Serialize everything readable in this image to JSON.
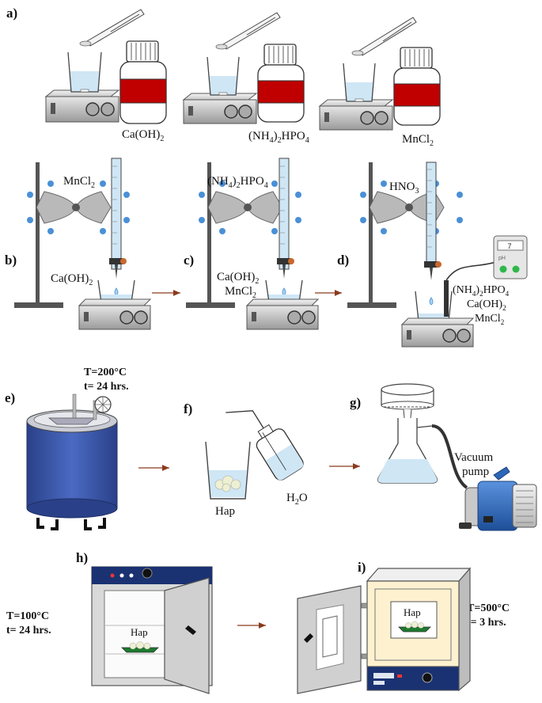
{
  "panels": {
    "a": "a)",
    "b": "b)",
    "c": "c)",
    "d": "d)",
    "e": "e)",
    "f": "f)",
    "g": "g)",
    "h": "h)",
    "i": "i)"
  },
  "reagents": {
    "a1": {
      "base": "Ca(OH)",
      "sub": "2"
    },
    "a2": {
      "pre": "(NH",
      "sub1": "4",
      "mid": ")",
      "sub2": "2",
      "post": "HPO",
      "sub3": "4"
    },
    "a3": {
      "base": "MnCl",
      "sub": "2"
    },
    "b_burette": {
      "base": "MnCl",
      "sub": "2"
    },
    "b_beaker": {
      "base": "Ca(OH)",
      "sub": "2"
    },
    "c_burette": {
      "pre": "(NH",
      "sub1": "4",
      "mid": ")",
      "sub2": "2",
      "post": "HPO",
      "sub3": "4"
    },
    "c_beaker1": {
      "base": "Ca(OH)",
      "sub": "2"
    },
    "c_beaker2": {
      "base": "MnCl",
      "sub": "2"
    },
    "d_burette": {
      "base": "HNO",
      "sub": "3"
    },
    "d_beaker1": {
      "pre": "(NH",
      "sub1": "4",
      "mid": ")",
      "sub2": "2",
      "post": "HPO",
      "sub3": "4"
    },
    "d_beaker2": {
      "base": "Ca(OH)",
      "sub": "2"
    },
    "d_beaker3": {
      "base": "MnCl",
      "sub": "2"
    }
  },
  "ph_meter": {
    "reading": "7",
    "label": "pH"
  },
  "autoclave": {
    "temperature": "T=200°C",
    "time": "t= 24 hrs."
  },
  "washing": {
    "product": "Hap",
    "solvent": {
      "base": "H",
      "sub": "2",
      "post": "O"
    }
  },
  "filtration": {
    "pump_line1": "Vacuum",
    "pump_line2": "pump"
  },
  "drying": {
    "temperature": "T=100°C",
    "time": "t= 24 hrs.",
    "product": "Hap"
  },
  "calcination": {
    "temperature": "T=500°C",
    "time": "t= 3 hrs.",
    "product": "Hap"
  },
  "colors": {
    "arrow": "#8b3a1e",
    "liquid": "#cfe6f5",
    "bottle_label": "#c00000",
    "autoclave": "#3a57a8",
    "pump": "#2b66b8",
    "clamp_blue": "#4a90d6",
    "furnace_inner": "#fdf1d0"
  }
}
